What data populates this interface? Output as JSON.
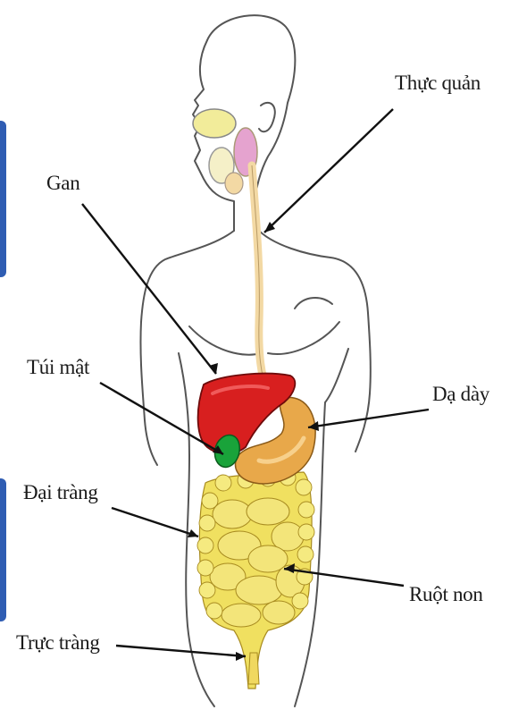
{
  "labels": {
    "esophagus": "Thực quản",
    "liver": "Gan",
    "gallbladder": "Túi mật",
    "stomach": "Dạ dày",
    "large_intestine": "Đại tràng",
    "small_intestine": "Ruột non",
    "rectum": "Trực tràng"
  },
  "colors": {
    "tab": "#2f5db3",
    "liver": "#d81f1f",
    "stomach": "#e8a84a",
    "gallbladder": "#19a33a",
    "intestine": "#f0e060",
    "esophagus": "#f3d9a4",
    "salivary": "#e5a3cf"
  }
}
